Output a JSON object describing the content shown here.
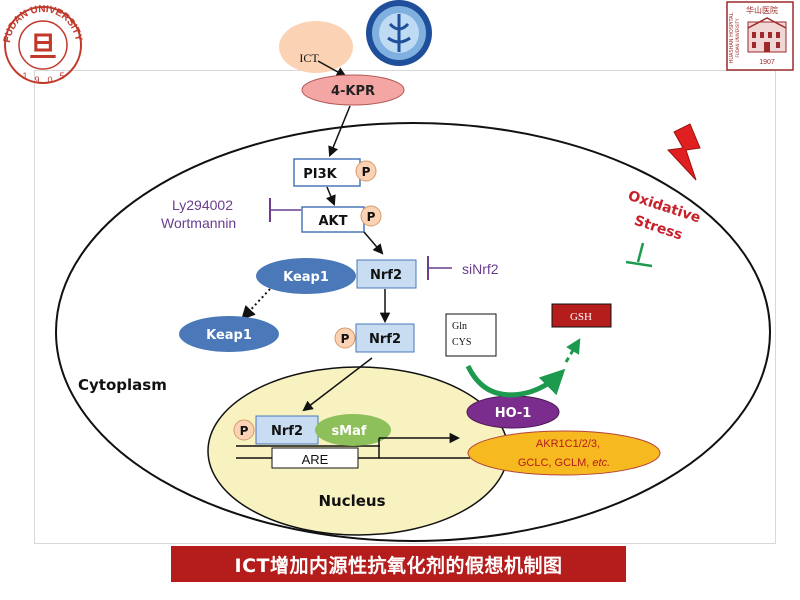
{
  "logos": {
    "fudan_university_text": "FUDAN UNIVERSITY",
    "fudan_year_digits": [
      "1",
      "9",
      "0",
      "5"
    ],
    "fudan_seal_char": "旦",
    "huashan_hospital_cn": "华山医院",
    "huashan_hospital_en": "HUASHAN HOSPITAL",
    "huashan_hospital_sub": "FUDAN UNIVERSITY",
    "huashan_year": "1907"
  },
  "diagram": {
    "ict": "ICT",
    "kpr": "4-KPR",
    "pi3k": "PI3K",
    "akt": "AKT",
    "p": "P",
    "inhibitor1": "Ly294002",
    "inhibitor2": "Wortmannin",
    "keap1": "Keap1",
    "keap1_released": "Keap1",
    "nrf2": "Nrf2",
    "nrf2_phos": "Nrf2",
    "nrf2_nuclear": "Nrf2",
    "sinrf2": "siNrf2",
    "gln": "Gln",
    "cys": "CYS",
    "gsh": "GSH",
    "oxidative_line1": "Oxidative",
    "oxidative_line2": "Stress",
    "cytoplasm": "Cytoplasm",
    "smaf": "sMaf",
    "are": "ARE",
    "ho1": "HO-1",
    "targets_line1": "AKR1C1/2/3,",
    "targets_line2_prefix": "GCLC, GCLM, ",
    "targets_line2_etc": "etc.",
    "nucleus": "Nucleus"
  },
  "title": "ICT增加内源性抗氧化剂的假想机制图",
  "colors": {
    "title_bg": "#b51c1c",
    "kpr_fill": "#f4a6a4",
    "keap1_fill": "#4a78b8",
    "nrf2_fill": "#c9ddf2",
    "phospho_fill": "#fbd3b4",
    "smaf_fill": "#8dbf5a",
    "ho1_fill": "#7a2d8c",
    "targets_fill": "#f6b91f",
    "nucleus_fill": "#f7f2c0",
    "inhibitor_color": "#6a3d8f",
    "oxidative_color": "#c8202a",
    "green_arrow": "#1e9a4e",
    "gsh_fill": "#b51c1c"
  }
}
